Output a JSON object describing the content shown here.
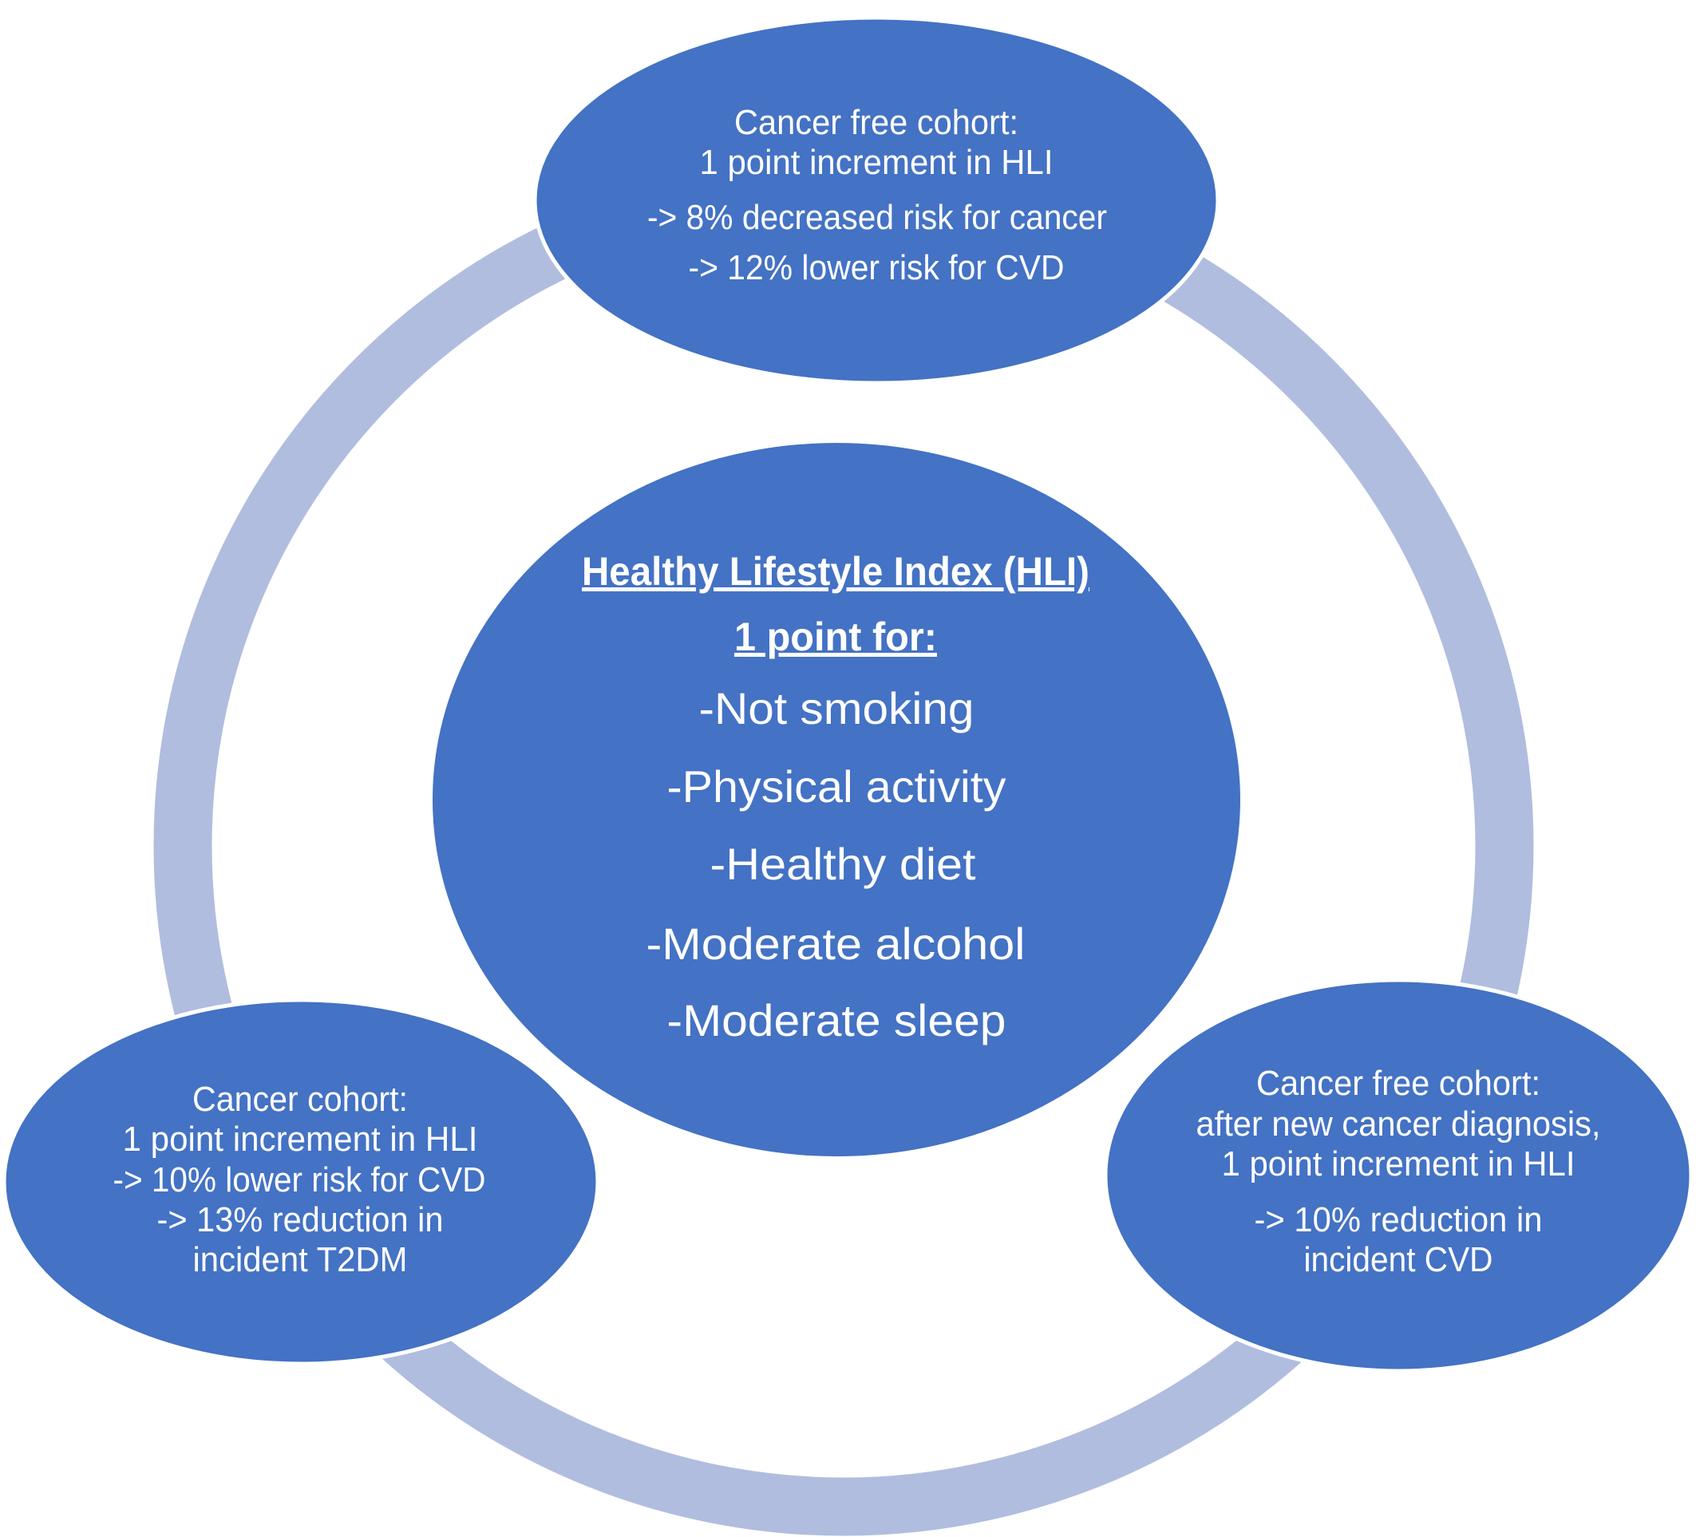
{
  "colors": {
    "node_fill": "#4472C4",
    "ring_fill": "#B0BDDF",
    "text": "#FFFFFF",
    "background": "#FFFFFF"
  },
  "center": {
    "title": "Healthy Lifestyle Index (HLI)",
    "subtitle": "1 point for:",
    "items": [
      "-Not smoking",
      "-Physical activity",
      "-Healthy diet",
      "-Moderate alcohol",
      "-Moderate sleep"
    ]
  },
  "top_node": {
    "lines": [
      "Cancer free cohort:",
      "1 point increment in HLI",
      "-> 8% decreased risk for cancer",
      "-> 12% lower risk for CVD"
    ]
  },
  "left_node": {
    "lines": [
      "Cancer cohort:",
      "1 point increment in HLI",
      "-> 10% lower risk for CVD",
      "-> 13% reduction in",
      "incident T2DM"
    ]
  },
  "right_node": {
    "lines": [
      "Cancer free cohort:",
      "after new cancer diagnosis,",
      "1 point increment in HLI",
      "-> 10% reduction in",
      "incident CVD"
    ]
  }
}
